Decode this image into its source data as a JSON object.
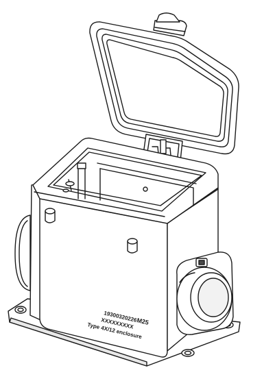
{
  "colors": {
    "line": "#1a1a1a",
    "fill": "#ffffff",
    "shade": "#d9d9d9"
  },
  "labels": {
    "serial": "19300320226",
    "code": "XXXXXXXXX",
    "type_line": "Type 4X/12 enclosure",
    "size": "M25"
  }
}
